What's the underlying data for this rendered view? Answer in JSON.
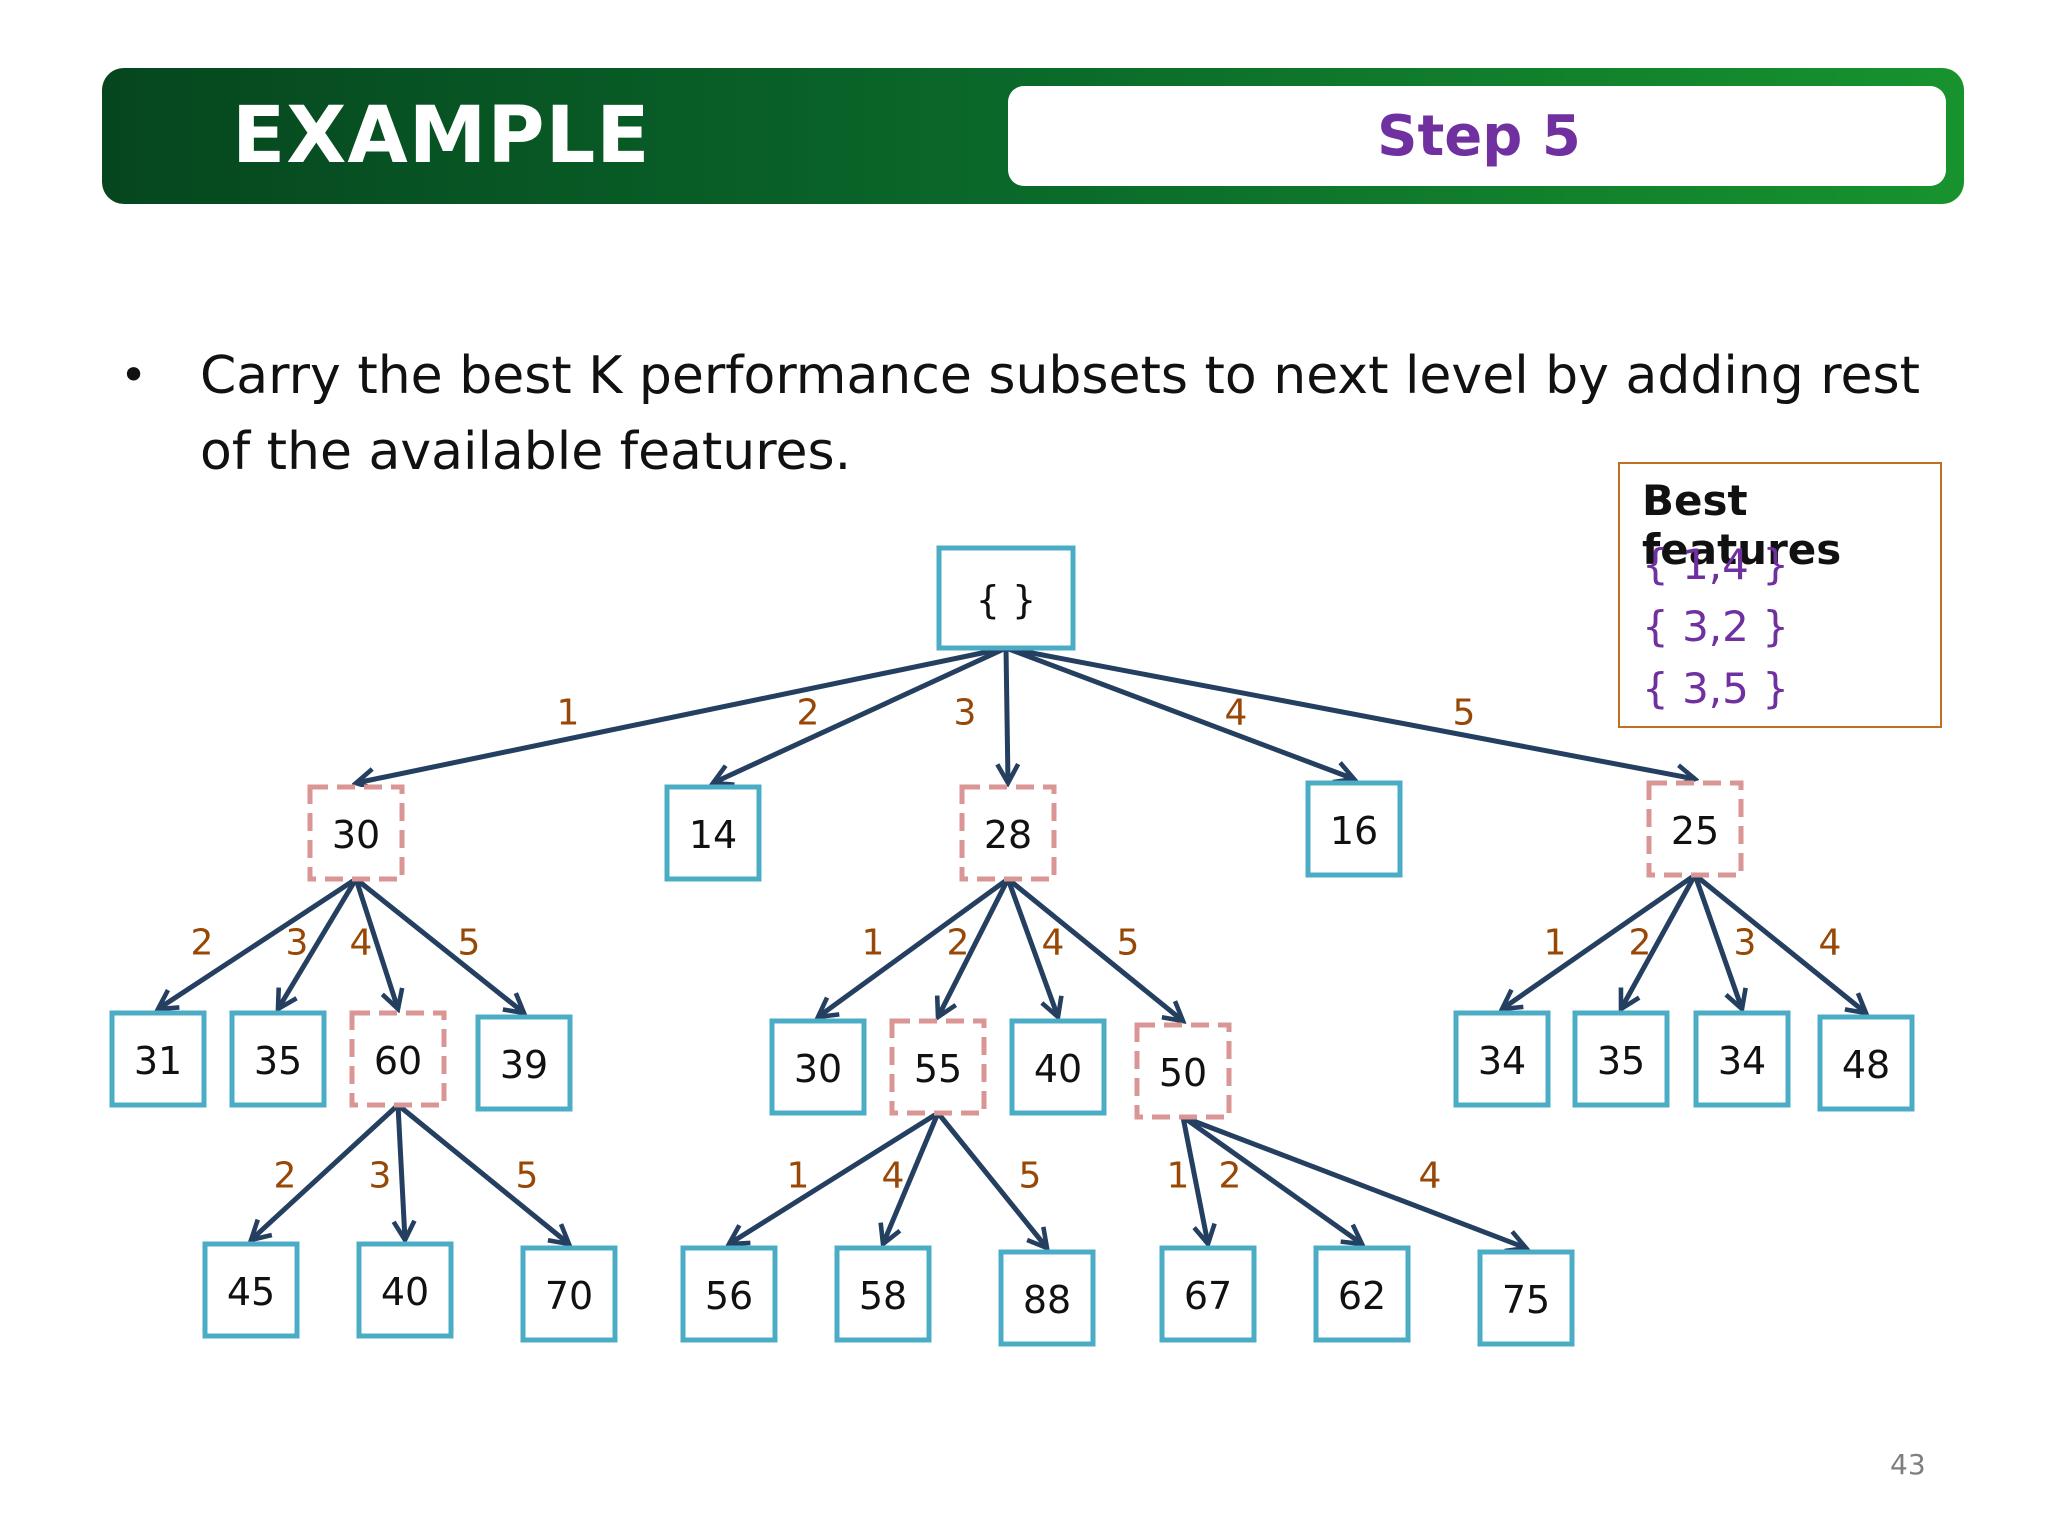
{
  "header": {
    "title": "EXAMPLE",
    "step": "Step 5"
  },
  "bullet": {
    "symbol": "•",
    "text": "Carry the best K performance subsets to next level by adding rest of the available features."
  },
  "legend": {
    "title": "Best features",
    "items": [
      "{ 1,4 }",
      "{ 3,2 }",
      "{ 3,5 }"
    ]
  },
  "tree": {
    "root": "{   }",
    "level1": [
      {
        "feature": "1",
        "value": "30",
        "best": true
      },
      {
        "feature": "2",
        "value": "14",
        "best": false
      },
      {
        "feature": "3",
        "value": "28",
        "best": true
      },
      {
        "feature": "4",
        "value": "16",
        "best": false
      },
      {
        "feature": "5",
        "value": "25",
        "best": true
      }
    ],
    "level2": [
      {
        "parent": "1",
        "feature": "2",
        "value": "31",
        "best": false
      },
      {
        "parent": "1",
        "feature": "3",
        "value": "35",
        "best": false
      },
      {
        "parent": "1",
        "feature": "4",
        "value": "60",
        "best": true
      },
      {
        "parent": "1",
        "feature": "5",
        "value": "39",
        "best": false
      },
      {
        "parent": "3",
        "feature": "1",
        "value": "30",
        "best": false
      },
      {
        "parent": "3",
        "feature": "2",
        "value": "55",
        "best": true
      },
      {
        "parent": "3",
        "feature": "4",
        "value": "40",
        "best": false
      },
      {
        "parent": "3",
        "feature": "5",
        "value": "50",
        "best": true
      },
      {
        "parent": "5",
        "feature": "1",
        "value": "34",
        "best": false
      },
      {
        "parent": "5",
        "feature": "2",
        "value": "35",
        "best": false
      },
      {
        "parent": "5",
        "feature": "3",
        "value": "34",
        "best": false
      },
      {
        "parent": "5",
        "feature": "4",
        "value": "48",
        "best": false
      }
    ],
    "level3": [
      {
        "parent": "1,4",
        "feature": "2",
        "value": "45"
      },
      {
        "parent": "1,4",
        "feature": "3",
        "value": "40"
      },
      {
        "parent": "1,4",
        "feature": "5",
        "value": "70"
      },
      {
        "parent": "3,2",
        "feature": "1",
        "value": "56"
      },
      {
        "parent": "3,2",
        "feature": "4",
        "value": "58"
      },
      {
        "parent": "3,2",
        "feature": "5",
        "value": "88"
      },
      {
        "parent": "3,5",
        "feature": "1",
        "value": "67"
      },
      {
        "parent": "3,5",
        "feature": "2",
        "value": "62"
      },
      {
        "parent": "3,5",
        "feature": "4",
        "value": "75"
      }
    ]
  },
  "page_number": "43",
  "colors": {
    "header_green": "#0a6a2a",
    "step_purple": "#7030a0",
    "node_border": "#4bacc6",
    "best_node_border": "#d99694",
    "edge": "#243f60",
    "edge_label": "#984806",
    "legend_border": "#c07020"
  }
}
